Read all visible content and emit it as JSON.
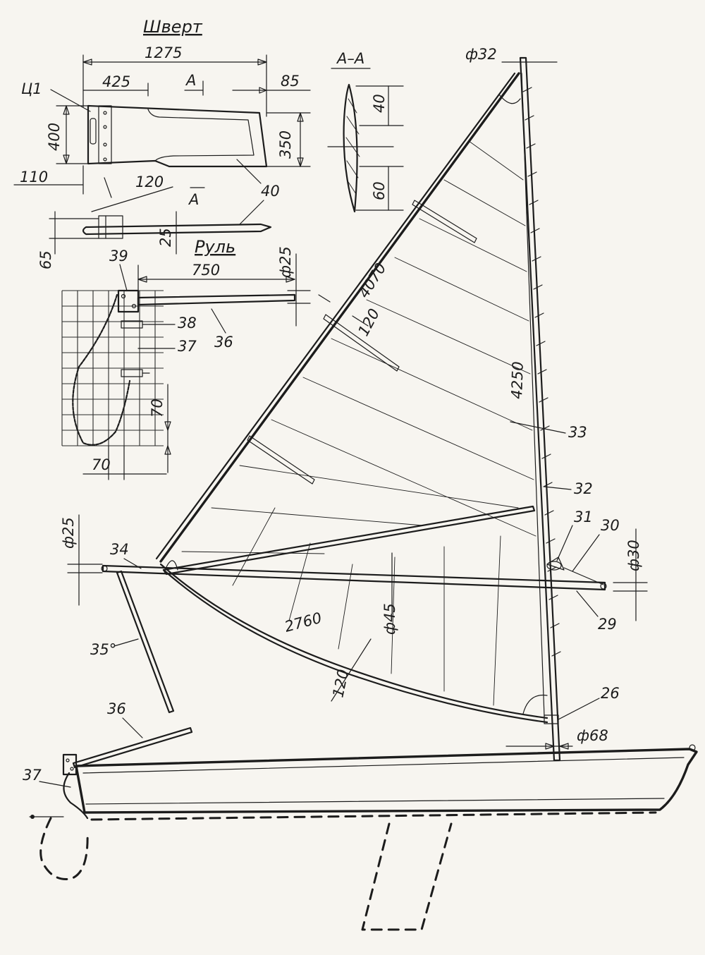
{
  "shvert": {
    "title": "Шверт",
    "dim_length": "1275",
    "dim_425": "425",
    "dim_85": "85",
    "dim_400": "400",
    "dim_350": "350",
    "dim_110": "110",
    "dim_120": "120",
    "dim_25": "25",
    "dim_65": "65",
    "section_mark": "A",
    "label_41": "Ц1",
    "label_40": "40"
  },
  "section_aa": {
    "title": "A–A",
    "dim_40": "40",
    "dim_60": "60"
  },
  "rudder": {
    "title": "Руль",
    "dim_750": "750",
    "dim_phi25": "ф25",
    "dim_70_v": "70",
    "dim_70_h": "70",
    "label_39": "39",
    "label_38": "38",
    "label_37": "37",
    "label_36": "36"
  },
  "rig": {
    "dim_phi32": "ф32",
    "dim_4070": "4070",
    "dim_120_top": "120",
    "dim_4250": "4250",
    "dim_2760": "2760",
    "dim_120_bottom": "120",
    "dim_phi45": "ф45",
    "dim_phi25": "ф25",
    "dim_phi30": "ф30",
    "dim_phi68": "ф68",
    "label_33": "33",
    "label_32": "32",
    "label_31": "31",
    "label_30": "30",
    "label_29": "29",
    "label_26": "26",
    "label_34": "34",
    "label_35": "35°"
  },
  "hull": {
    "label_36": "36",
    "label_37": "37"
  }
}
